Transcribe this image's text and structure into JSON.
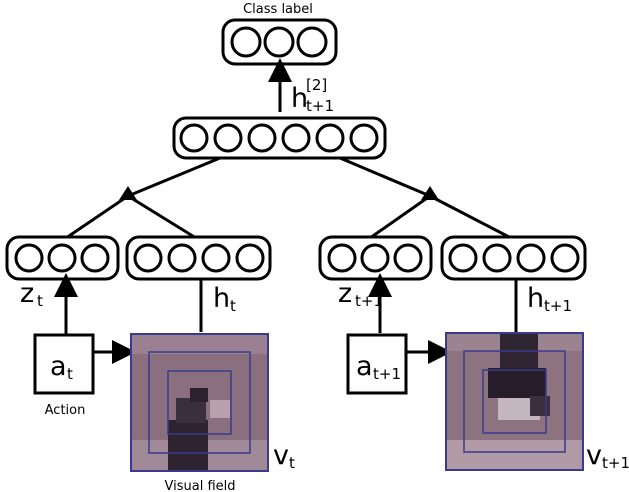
{
  "class_label": "Class label",
  "action_label": "Action",
  "visual_field_label": "Visual field",
  "h2": {
    "main": "h",
    "sup": "[2]",
    "sub": "t+1"
  },
  "z_t": {
    "main": "z",
    "sub": "t"
  },
  "h_t": {
    "main": "h",
    "sub": "t"
  },
  "z_t1": {
    "main": "z",
    "sub": "t+1"
  },
  "h_t1": {
    "main": "h",
    "sub": "t+1"
  },
  "a_t": {
    "main": "a",
    "sub": "t"
  },
  "a_t1": {
    "main": "a",
    "sub": "t+1"
  },
  "v_t": {
    "main": "v",
    "sub": "t"
  },
  "v_t1": {
    "main": "v",
    "sub": "t+1"
  },
  "colors": {
    "frame": "#3b3a8f",
    "patch_base": "#8a6f7f"
  }
}
